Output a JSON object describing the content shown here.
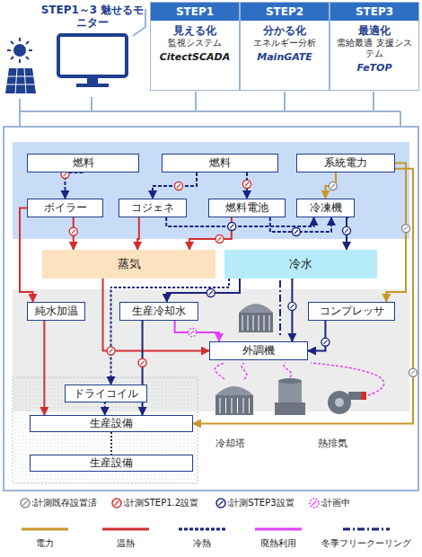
{
  "diagram": {
    "nodes": [
      {
        "text": [
          "STEP1～3 魅せるモニター"
        ]
      },
      {
        "text": [
          "STEP1",
          "見える化",
          "監視システム",
          "CitectSCADA"
        ]
      },
      {
        "text": [
          "STEP2",
          "分かる化",
          "エネルギー分析",
          "MainGATE"
        ]
      },
      {
        "text": [
          "STEP3",
          "最適化",
          "需給最適 支援システム",
          "FeTOP"
        ]
      },
      {
        "text": [
          "燃料"
        ]
      },
      {
        "text": [
          "燃料"
        ]
      },
      {
        "text": [
          "系統電力"
        ]
      },
      {
        "text": [
          "ボイラー"
        ]
      },
      {
        "text": [
          "コジェネ"
        ]
      },
      {
        "text": [
          "燃料電池"
        ]
      },
      {
        "text": [
          "冷凍機"
        ]
      },
      {
        "text": [
          "蒸気"
        ]
      },
      {
        "text": [
          "冷水"
        ]
      },
      {
        "text": [
          "純水加温"
        ]
      },
      {
        "text": [
          "生産冷却水"
        ]
      },
      {
        "text": [
          "コンプレッサ"
        ]
      },
      {
        "text": [
          "外調機"
        ]
      },
      {
        "text": [
          "ドライコイル"
        ]
      },
      {
        "text": [
          "生産設備"
        ]
      },
      {
        "text": [
          "生産設備"
        ]
      }
    ],
    "edges": [
      {
        "from": 4,
        "to": 7,
        "arrow": "to"
      },
      {
        "from": 5,
        "to": 8,
        "arrow": "to"
      },
      {
        "from": 5,
        "to": 9,
        "arrow": "to"
      },
      {
        "from": 6,
        "to": 10,
        "arrow": "to"
      },
      {
        "from": 6,
        "to": 15,
        "arrow": "to"
      },
      {
        "from": 6,
        "to": 18,
        "arrow": "to"
      },
      {
        "from": 8,
        "to": 10,
        "arrow": "to"
      },
      {
        "from": 9,
        "to": 10,
        "arrow": "to"
      },
      {
        "from": 7,
        "to": 11,
        "arrow": "to"
      },
      {
        "from": 8,
        "to": 11,
        "arrow": "to"
      },
      {
        "from": 9,
        "to": 11,
        "arrow": "to"
      },
      {
        "from": 10,
        "to": 12,
        "arrow": "to"
      },
      {
        "from": 7,
        "to": 13,
        "arrow": "to"
      },
      {
        "from": 13,
        "to": 18,
        "arrow": "to"
      },
      {
        "from": 11,
        "to": 16,
        "arrow": "to"
      },
      {
        "from": 12,
        "to": 14,
        "arrow": "to"
      },
      {
        "from": 12,
        "to": 16,
        "arrow": "to"
      },
      {
        "from": 12,
        "to": 17,
        "arrow": "to"
      },
      {
        "from": 17,
        "to": 18,
        "arrow": "to"
      },
      {
        "from": 14,
        "to": 18,
        "arrow": "to"
      },
      {
        "from": 14,
        "to": 16,
        "arrow": "to"
      },
      {
        "from": 15,
        "to": 16,
        "arrow": "to"
      },
      {
        "from": 18,
        "to": 19,
        "arrow": "none"
      }
    ],
    "labels": [
      "冷却塔",
      "熱排気"
    ],
    "legend": [
      {
        "text": ":計測既存設置済"
      },
      {
        "text": ":計測STEP1.2設置"
      },
      {
        "text": ":計測STEP3設置"
      },
      {
        "text": ":計画中"
      },
      {
        "text": "電力"
      },
      {
        "text": "温熱"
      },
      {
        "text": "冷熱"
      },
      {
        "text": "廃熱利用"
      },
      {
        "text": "冬季フリークーリング"
      }
    ]
  }
}
